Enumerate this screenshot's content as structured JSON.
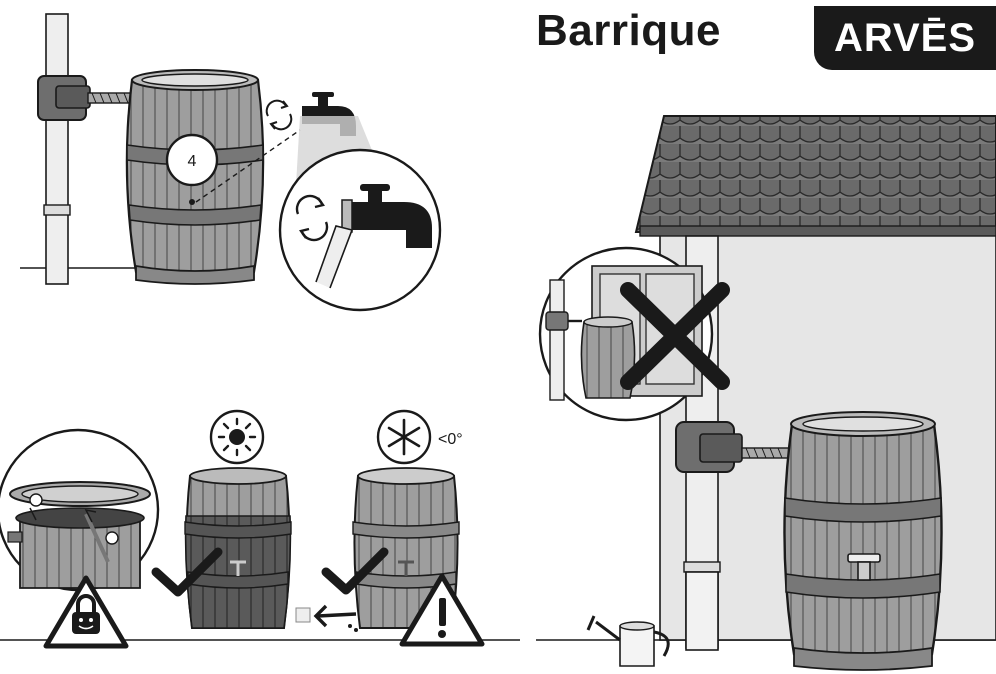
{
  "title": "Barrique",
  "brand": "ARVĒS",
  "steps": {
    "diverter_number": "4",
    "frost_temperature": "<0°"
  },
  "icons": [
    "diverter-icon",
    "tap-icon",
    "rotate-arrows-icon",
    "sun-icon",
    "snowflake-icon",
    "check-icon",
    "cross-icon",
    "warning-triangle-icon",
    "child-lock-icon",
    "watering-can-icon"
  ],
  "colors": {
    "ink": "#1a1a1a",
    "barrel_light": "#9a9a9a",
    "barrel_dark": "#4a4a4a",
    "wall": "#e4e4e4",
    "roof": "#6b6b6b"
  }
}
